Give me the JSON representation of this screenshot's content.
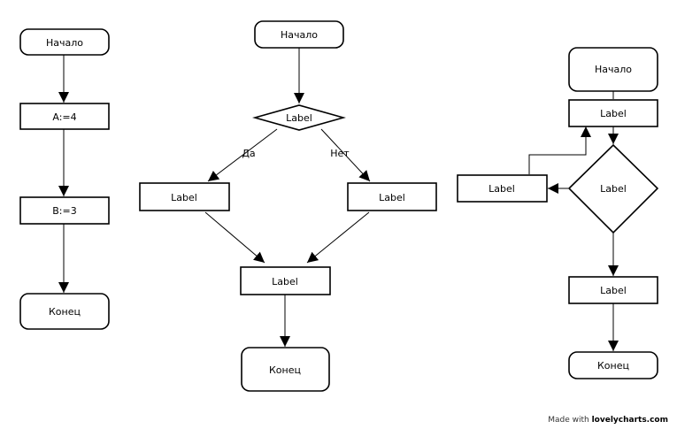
{
  "flow1": {
    "start": "Начало",
    "step1": "A:=4",
    "step2": "B:=3",
    "end": "Конец"
  },
  "flow2": {
    "start": "Начало",
    "decision": "Label",
    "yes_label": "Да",
    "no_label": "Нет",
    "left_action": "Label",
    "right_action": "Label",
    "merge": "Label",
    "end": "Конец"
  },
  "flow3": {
    "start": "Начало",
    "process": "Label",
    "decision": "Label",
    "loop_action": "Label",
    "after": "Label",
    "end": "Конец"
  },
  "footer": {
    "prefix": "Made with",
    "brand": "lovelycharts.com"
  }
}
